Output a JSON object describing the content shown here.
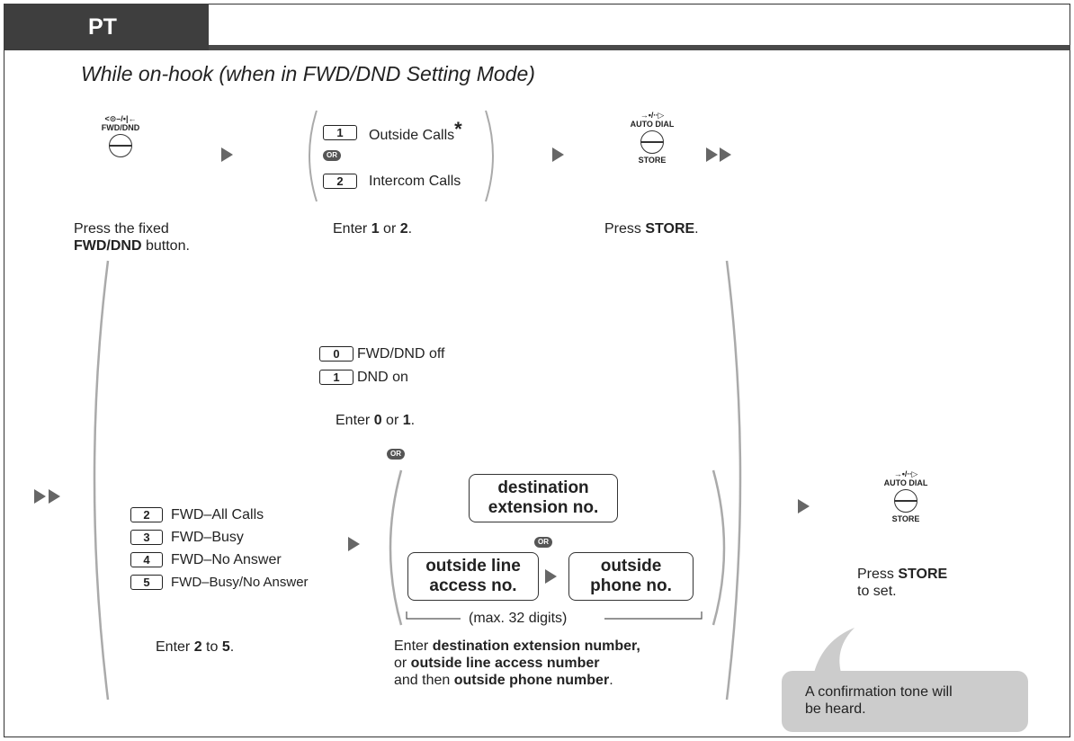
{
  "header": {
    "tab_label": "PT"
  },
  "mode_caption": "While on-hook (when in FWD/DND Setting Mode)",
  "step1": {
    "icon_top": "<⊙–/•|←",
    "icon_label": "FWD/DND",
    "caption_pre": "Press the fixed",
    "caption_bold": "FWD/DND",
    "caption_post": " button."
  },
  "step2": {
    "options": [
      {
        "key": "1",
        "label": "Outside Calls",
        "asterisk": "*"
      },
      {
        "key": "2",
        "label": "Intercom Calls"
      }
    ],
    "or": "OR",
    "caption_pre": "Enter ",
    "caption_b1": "1",
    "caption_mid": " or ",
    "caption_b2": "2",
    "caption_post": "."
  },
  "store_button": {
    "icon_top": "→•/∙∙▷",
    "icon_mid": "AUTO DIAL",
    "icon_bottom": "STORE"
  },
  "step3": {
    "caption_pre": "Press ",
    "caption_bold": "STORE",
    "caption_post": "."
  },
  "mode_options": {
    "options": [
      {
        "key": "0",
        "label": "FWD/DND off"
      },
      {
        "key": "1",
        "label": "DND on"
      }
    ],
    "caption_pre": "Enter ",
    "caption_b1": "0",
    "caption_mid": " or ",
    "caption_b2": "1",
    "caption_post": "."
  },
  "or_label": "OR",
  "fwd_options": {
    "options": [
      {
        "key": "2",
        "label": "FWD–All Calls"
      },
      {
        "key": "3",
        "label": "FWD–Busy"
      },
      {
        "key": "4",
        "label": "FWD–No Answer"
      },
      {
        "key": "5",
        "label": "FWD–Busy/No Answer"
      }
    ],
    "caption_pre": "Enter ",
    "caption_b1": "2",
    "caption_mid": " to ",
    "caption_b2": "5",
    "caption_post": "."
  },
  "destination": {
    "ext_line1": "destination",
    "ext_line2": "extension no.",
    "access_line1": "outside line",
    "access_line2": "access no.",
    "phone_line1": "outside",
    "phone_line2": "phone no.",
    "max_digits": "(max. 32 digits)",
    "caption_l1_pre": "Enter ",
    "caption_l1_bold": "destination extension number,",
    "caption_l2_pre": "or ",
    "caption_l2_bold": "outside line access number",
    "caption_l3_pre": "and then ",
    "caption_l3_bold": "outside phone number",
    "caption_l3_post": "."
  },
  "final_step": {
    "caption_l1_pre": "Press ",
    "caption_l1_bold": "STORE",
    "caption_l2": "to set.",
    "tone_line1": "A confirmation tone will",
    "tone_line2": "be heard."
  }
}
